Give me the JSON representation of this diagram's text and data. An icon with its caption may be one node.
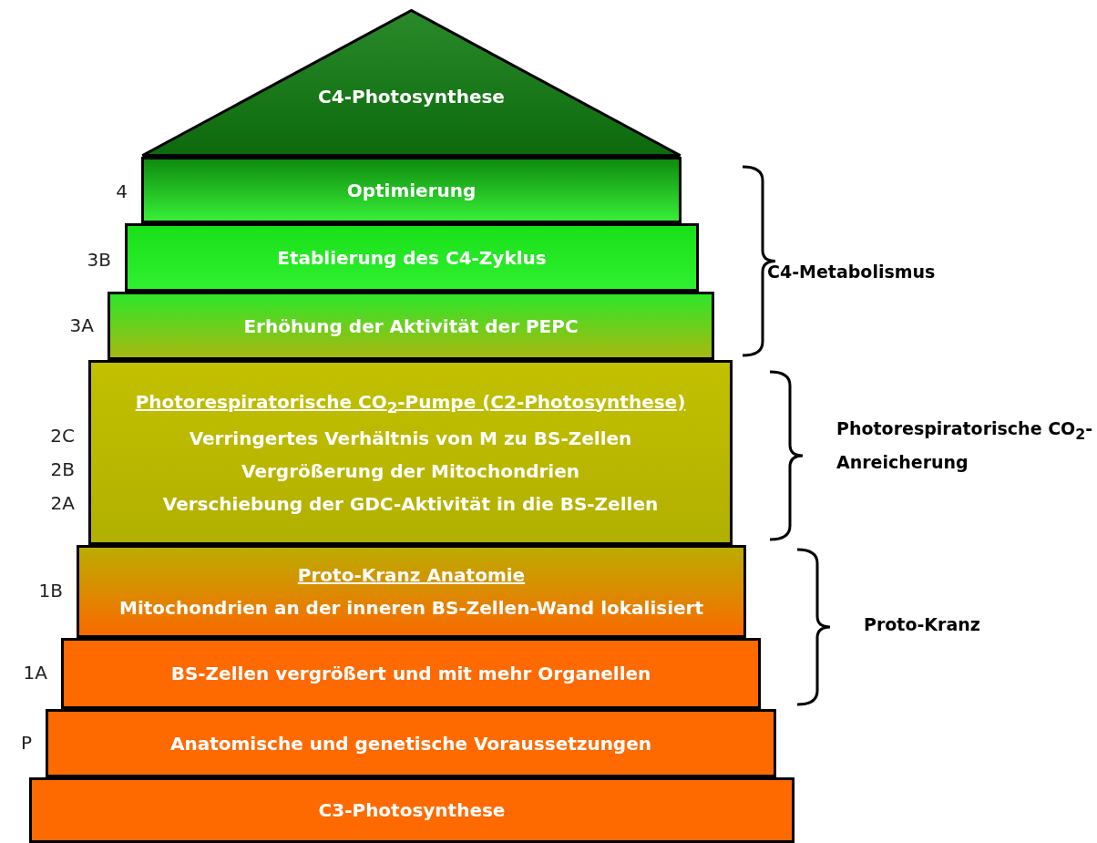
{
  "diagram": {
    "nodes": [
      {
        "text": [
          "C4-Photosynthese"
        ]
      },
      {
        "text": [
          "Optimierung"
        ],
        "beside": [
          "4"
        ]
      },
      {
        "text": [
          "Etablierung des C4-Zyklus"
        ],
        "beside": [
          "3B"
        ]
      },
      {
        "text": [
          "Erhöhung der Aktivität der PEPC"
        ],
        "beside": [
          "3A"
        ]
      },
      {
        "text": [
          "Photorespiratorische CO$_{2}$-Pumpe (C2-Photosynthese)",
          "Verringertes Verhältnis von M zu BS-Zellen",
          "Vergrößerung der Mitochondrien",
          "Verschiebung der GDC-Aktivität in die BS-Zellen"
        ],
        "beside": [
          "2C",
          "2B",
          "2A"
        ]
      },
      {
        "text": [
          "Proto-Kranz Anatomie",
          "Mitochondrien an der inneren BS-Zellen-Wand lokalisiert"
        ],
        "beside": [
          "1B"
        ]
      },
      {
        "text": [
          "BS-Zellen vergrößert und mit mehr Organellen"
        ],
        "beside": [
          "1A"
        ]
      },
      {
        "text": [
          "Anatomische und genetische Voraussetzungen"
        ],
        "beside": [
          "P"
        ]
      },
      {
        "text": [
          "C3-Photosynthese"
        ]
      }
    ],
    "edges": [],
    "labels": [
      "C4-Metabolismus",
      "Photorespiratorische CO$_{2}$-Anreicherung",
      "Proto-Kranz"
    ]
  }
}
